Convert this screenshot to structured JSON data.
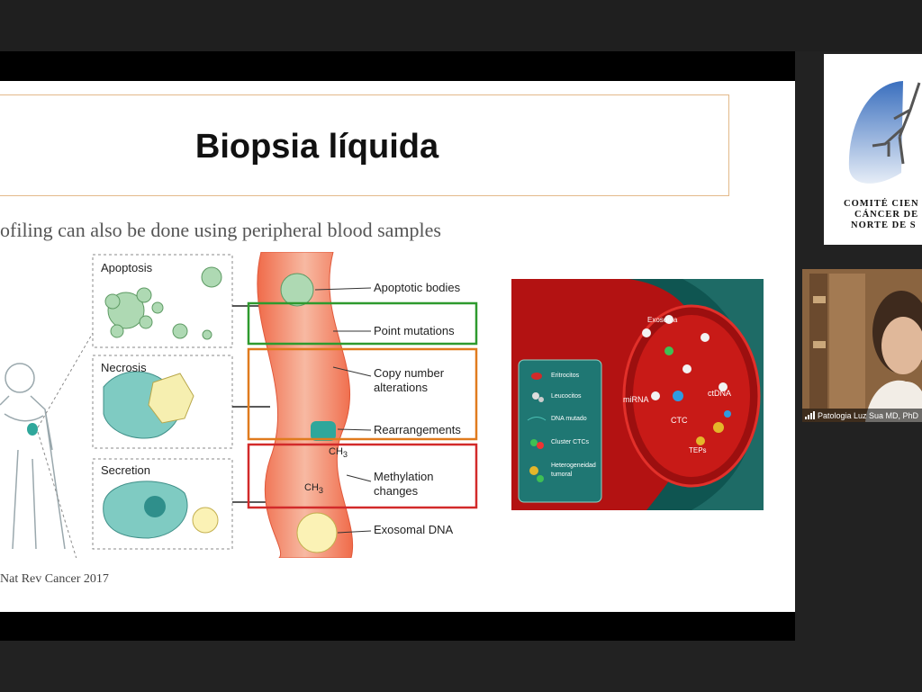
{
  "slide": {
    "title": "Biopsia líquida",
    "subtitle": "ofiling can also be done using peripheral blood samples",
    "citation": "Nat Rev Cancer 2017",
    "left_figure": {
      "panels": [
        "Apoptosis",
        "Necrosis",
        "Secretion"
      ],
      "labels": [
        "Apoptotic bodies",
        "Point mutations",
        "Copy number",
        "alterations",
        "Rearrangements",
        "Methylation",
        "changes",
        "Exosomal DNA"
      ],
      "ch3_label": "CH",
      "ch3_sub": "3",
      "colors": {
        "point_mutations_box": "#2e9a2e",
        "copy_number_box": "#e07b1e",
        "methylation_box": "#d22a2a",
        "vessel": "#f08a6a"
      }
    },
    "right_figure": {
      "vessel_labels": [
        "Exosoma",
        "miRNA",
        "CTC",
        "ctDNA",
        "TEPs"
      ],
      "legend": [
        "Eritrocitos",
        "Leucocitos",
        "DNA mutado",
        "Cluster CTCs",
        "Heterogeneidad",
        "tumoral"
      ]
    }
  },
  "participants": [
    {
      "type": "logo",
      "lines": [
        "COMITÉ CIEN",
        "CÁNCER DE",
        "NORTE DE S"
      ]
    },
    {
      "type": "video",
      "name": "Patologia Luz Sua MD, PhD"
    }
  ]
}
